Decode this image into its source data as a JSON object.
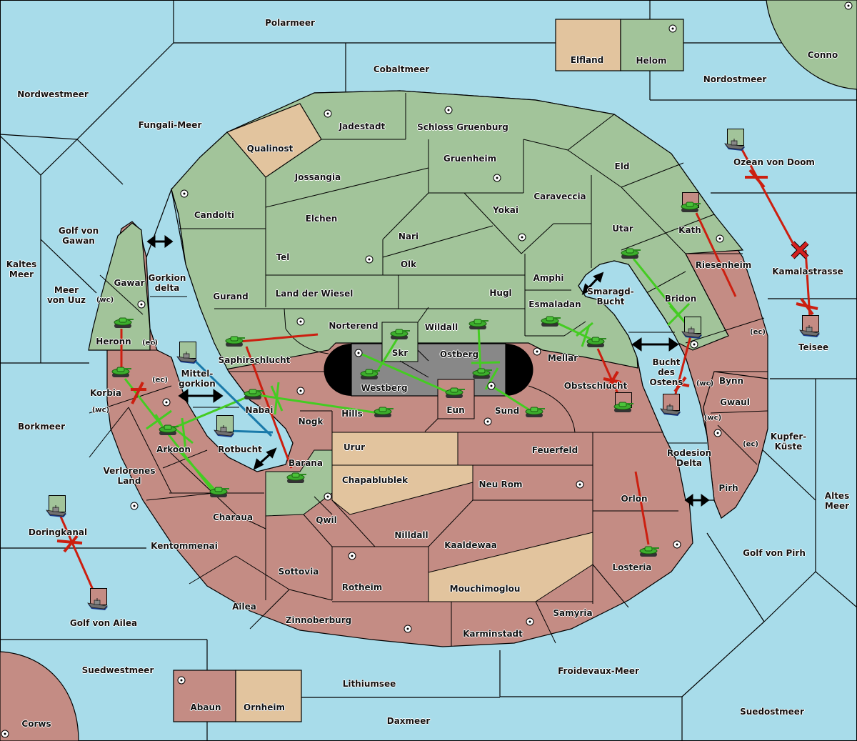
{
  "title": "Diplomacy-style map",
  "colors": {
    "sea": "#a8dcea",
    "green_power": "#a2c49a",
    "red_power": "#c48c84",
    "neutral": "#e2c49e",
    "impassable": "#888888",
    "order_move": "#cc1f10",
    "order_support": "#44cc22",
    "order_convoy": "#1a7aaa"
  },
  "seas": [
    {
      "name": "Polarmeer"
    },
    {
      "name": "Cobaltmeer"
    },
    {
      "name": "Nordwestmeer"
    },
    {
      "name": "Fungali-Meer"
    },
    {
      "name": "Nordostmeer"
    },
    {
      "name": "Ozean von Doom"
    },
    {
      "name": "Kamalastrasse"
    },
    {
      "name": "Golf von Gawan"
    },
    {
      "name": "Kaltes Meer"
    },
    {
      "name": "Meer von Uuz"
    },
    {
      "name": "Gorkion delta"
    },
    {
      "name": "Mittel-gorkion"
    },
    {
      "name": "Rotbucht"
    },
    {
      "name": "Smaragd-Bucht"
    },
    {
      "name": "Bucht des Ostens"
    },
    {
      "name": "Borkmeer"
    },
    {
      "name": "Kupfer-Küste"
    },
    {
      "name": "Rodesion Delta"
    },
    {
      "name": "Altes Meer"
    },
    {
      "name": "Doringkanal"
    },
    {
      "name": "Golf von Pirh"
    },
    {
      "name": "Golf von Ailea"
    },
    {
      "name": "Suedwestmeer"
    },
    {
      "name": "Lithiumsee"
    },
    {
      "name": "Froidevaux-Meer"
    },
    {
      "name": "Daxmeer"
    },
    {
      "name": "Suedostmeer"
    }
  ],
  "provinces": [
    {
      "name": "Elfland",
      "owner": "neutral"
    },
    {
      "name": "Helom",
      "owner": "green",
      "supply": true
    },
    {
      "name": "Conno",
      "owner": "green",
      "supply": true
    },
    {
      "name": "Qualinost",
      "owner": "neutral"
    },
    {
      "name": "Jadestadt",
      "owner": "green",
      "supply": true
    },
    {
      "name": "Schloss Gruenburg",
      "owner": "green",
      "supply": true
    },
    {
      "name": "Gruenheim",
      "owner": "green",
      "supply": true
    },
    {
      "name": "Jossangia",
      "owner": "green"
    },
    {
      "name": "Eld",
      "owner": "green"
    },
    {
      "name": "Candolti",
      "owner": "green",
      "supply": true
    },
    {
      "name": "Elchen",
      "owner": "green"
    },
    {
      "name": "Caraveccia",
      "owner": "green"
    },
    {
      "name": "Yokai",
      "owner": "green",
      "supply": true
    },
    {
      "name": "Nari",
      "owner": "green"
    },
    {
      "name": "Utar",
      "owner": "green"
    },
    {
      "name": "Kath",
      "owner": "green",
      "supply": true
    },
    {
      "name": "Tel",
      "owner": "green",
      "supply": true
    },
    {
      "name": "Olk",
      "owner": "green"
    },
    {
      "name": "Gawar",
      "owner": "green",
      "supply": true
    },
    {
      "name": "Gurand",
      "owner": "green"
    },
    {
      "name": "Land der Wiesel",
      "owner": "green"
    },
    {
      "name": "Hugl",
      "owner": "green"
    },
    {
      "name": "Amphi",
      "owner": "green"
    },
    {
      "name": "Esmaladan",
      "owner": "green"
    },
    {
      "name": "Bridon",
      "owner": "green",
      "supply": true
    },
    {
      "name": "Riesenheim",
      "owner": "red"
    },
    {
      "name": "Norterend",
      "owner": "green",
      "supply": true
    },
    {
      "name": "Wildall",
      "owner": "green"
    },
    {
      "name": "Heronn",
      "owner": "green"
    },
    {
      "name": "Saphirschlucht",
      "owner": "green"
    },
    {
      "name": "Skr",
      "owner": "green"
    },
    {
      "name": "Mellar",
      "owner": "green",
      "supply": true
    },
    {
      "name": "Ostberg",
      "owner": "impassable"
    },
    {
      "name": "Westberg",
      "owner": "impassable",
      "supply": true
    },
    {
      "name": "Korbia",
      "owner": "red",
      "supply": true
    },
    {
      "name": "Nabai",
      "owner": "red",
      "supply": true
    },
    {
      "name": "Obstschlucht",
      "owner": "red"
    },
    {
      "name": "Bynn",
      "owner": "red"
    },
    {
      "name": "Hills",
      "owner": "red"
    },
    {
      "name": "Eun",
      "owner": "red"
    },
    {
      "name": "Sund",
      "owner": "red",
      "supply": true
    },
    {
      "name": "Gwaul",
      "owner": "red"
    },
    {
      "name": "Nogk",
      "owner": "red"
    },
    {
      "name": "Arkoon",
      "owner": "red"
    },
    {
      "name": "Urur",
      "owner": "neutral"
    },
    {
      "name": "Feuerfeld",
      "owner": "red"
    },
    {
      "name": "Barana",
      "owner": "green"
    },
    {
      "name": "Verlorenes Land",
      "owner": "red"
    },
    {
      "name": "Chapablublek",
      "owner": "neutral"
    },
    {
      "name": "Neu Rom",
      "owner": "red",
      "supply": true
    },
    {
      "name": "Pirh",
      "owner": "red",
      "supply": true
    },
    {
      "name": "Orlon",
      "owner": "red"
    },
    {
      "name": "Charaua",
      "owner": "red"
    },
    {
      "name": "Qwil",
      "owner": "red",
      "supply": true
    },
    {
      "name": "Nilldall",
      "owner": "red"
    },
    {
      "name": "Kentommenai",
      "owner": "red",
      "supply": true
    },
    {
      "name": "Kaaldewaa",
      "owner": "red"
    },
    {
      "name": "Losteria",
      "owner": "red",
      "supply": true
    },
    {
      "name": "Sottovia",
      "owner": "red"
    },
    {
      "name": "Rotheim",
      "owner": "red",
      "supply": true
    },
    {
      "name": "Mouchimoglou",
      "owner": "neutral"
    },
    {
      "name": "Ailea",
      "owner": "red"
    },
    {
      "name": "Samyria",
      "owner": "red"
    },
    {
      "name": "Zinnoberburg",
      "owner": "red",
      "supply": true
    },
    {
      "name": "Karminstadt",
      "owner": "red",
      "supply": true
    },
    {
      "name": "Abaun",
      "owner": "red",
      "supply": true
    },
    {
      "name": "Ornheim",
      "owner": "neutral"
    },
    {
      "name": "Corws",
      "owner": "red",
      "supply": true
    },
    {
      "name": "Teisee",
      "owner": "red"
    }
  ],
  "coast_tags": {
    "wc": "(wc)",
    "ec": "(ec)"
  },
  "units": [
    {
      "type": "fleet",
      "power": "green",
      "location": "Ozean von Doom",
      "order": "move Kamalastrasse",
      "result": "bounced"
    },
    {
      "type": "fleet",
      "power": "red",
      "location": "Teisee",
      "order": "move Kamalastrasse",
      "result": "bounced"
    },
    {
      "type": "army",
      "power": "red",
      "location": "Kath",
      "order": "hold"
    },
    {
      "type": "army",
      "power": "green",
      "location": "Utar",
      "order": "support Bridon"
    },
    {
      "type": "fleet",
      "power": "green",
      "location": "Bridon",
      "order": "hold"
    },
    {
      "type": "army",
      "power": "green",
      "location": "Esmaladan",
      "order": "support Mellar"
    },
    {
      "type": "army",
      "power": "green",
      "location": "Mellar",
      "order": "hold"
    },
    {
      "type": "army",
      "power": "red",
      "location": "Obstschlucht",
      "order": "move Mellar",
      "result": "failed"
    },
    {
      "type": "fleet",
      "power": "red",
      "location": "Bucht des Ostens",
      "order": "move Bridon",
      "result": "failed"
    },
    {
      "type": "army",
      "power": "green",
      "location": "Heronn",
      "order": "move Korbia"
    },
    {
      "type": "army",
      "power": "green",
      "location": "Korbia",
      "order": "support Arkoon"
    },
    {
      "type": "fleet",
      "power": "green",
      "location": "Mittel-gorkion",
      "order": "convoy"
    },
    {
      "type": "fleet",
      "power": "green",
      "location": "Rotbucht",
      "order": "convoy"
    },
    {
      "type": "army",
      "power": "green",
      "location": "Saphirschlucht",
      "order": "move Barana"
    },
    {
      "type": "army",
      "power": "green",
      "location": "Nabai",
      "order": "support Arkoon"
    },
    {
      "type": "army",
      "power": "green",
      "location": "Arkoon",
      "order": "hold"
    },
    {
      "type": "army",
      "power": "green",
      "location": "Charaua",
      "order": "support Arkoon"
    },
    {
      "type": "army",
      "power": "green",
      "location": "Barana",
      "order": "hold"
    },
    {
      "type": "army",
      "power": "green",
      "location": "Skr",
      "order": "support Westberg"
    },
    {
      "type": "army",
      "power": "green",
      "location": "Westberg",
      "order": "hold"
    },
    {
      "type": "army",
      "power": "green",
      "location": "Eun",
      "order": "support Westberg"
    },
    {
      "type": "army",
      "power": "green",
      "location": "Hills",
      "order": "support Nabai"
    },
    {
      "type": "army",
      "power": "green",
      "location": "Wildall",
      "order": "support Ostberg"
    },
    {
      "type": "army",
      "power": "green",
      "location": "Ostberg",
      "order": "hold"
    },
    {
      "type": "army",
      "power": "green",
      "location": "Sund",
      "order": "support Ostberg"
    },
    {
      "type": "army",
      "power": "green",
      "location": "Losteria",
      "order": "hold"
    },
    {
      "type": "fleet",
      "power": "green",
      "location": "Doringkanal",
      "order": "move Golf von Ailea",
      "result": "failed"
    },
    {
      "type": "fleet",
      "power": "red",
      "location": "Golf von Ailea",
      "order": "hold"
    }
  ],
  "icons": {
    "supply_center": "supply-center-icon",
    "army": "tank-icon",
    "fleet": "ship-icon",
    "link": "double-arrow-icon",
    "dislodged": "x-mark-icon"
  }
}
